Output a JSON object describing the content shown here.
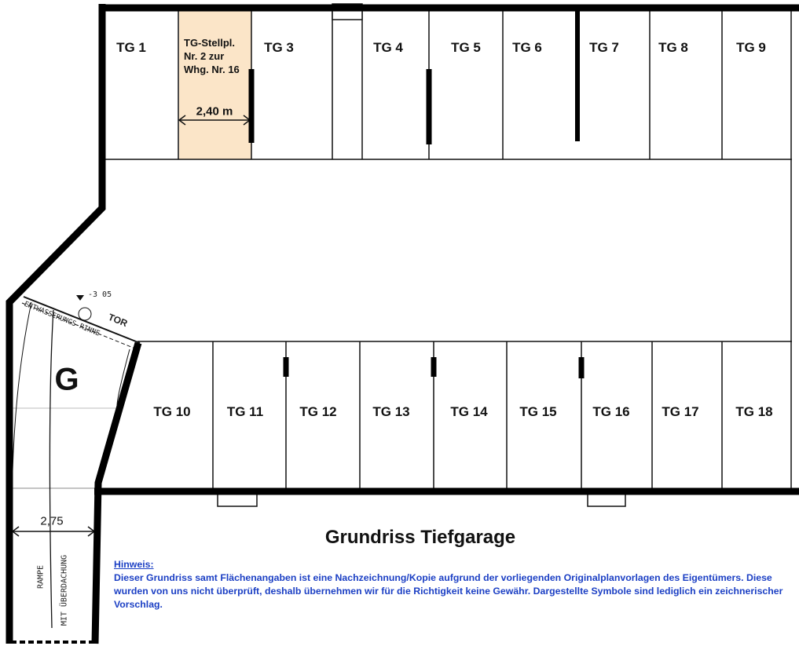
{
  "plan": {
    "title": "Grundriss Tiefgarage",
    "highlight_color": "#fbe5c8",
    "top_row": [
      "TG 1",
      "TG 3",
      "TG 4",
      "TG 5",
      "TG 6",
      "TG 7",
      "TG 8",
      "TG 9"
    ],
    "bottom_row": [
      "TG 10",
      "TG 11",
      "TG 12",
      "TG 13",
      "TG 14",
      "TG 15",
      "TG 16",
      "TG 17",
      "TG 18"
    ],
    "highlighted_stall": {
      "label": "TG-Stellpl. Nr. 2 zur Whg. Nr. 16",
      "width_label": "2,40 m"
    },
    "ramp": {
      "letter": "G",
      "width_label": "2,75",
      "text_left": "RAMPE",
      "text_right": "MIT ÜBERDACHUNG",
      "gate": "TOR",
      "drain": "ENTWASSERUNGS-RINNE",
      "level": "-3 05"
    }
  },
  "note": {
    "heading": "Hinweis:",
    "text": "Dieser Grundriss samt Flächenangaben ist eine Nachzeichnung/Kopie aufgrund der vorliegenden Originalplanvorlagen des Eigentümers. Diese wurden von uns nicht überprüft, deshalb übernehmen wir für die Richtigkeit keine Gewähr. Dargestellte Symbole sind lediglich ein zeichnerischer Vorschlag."
  }
}
